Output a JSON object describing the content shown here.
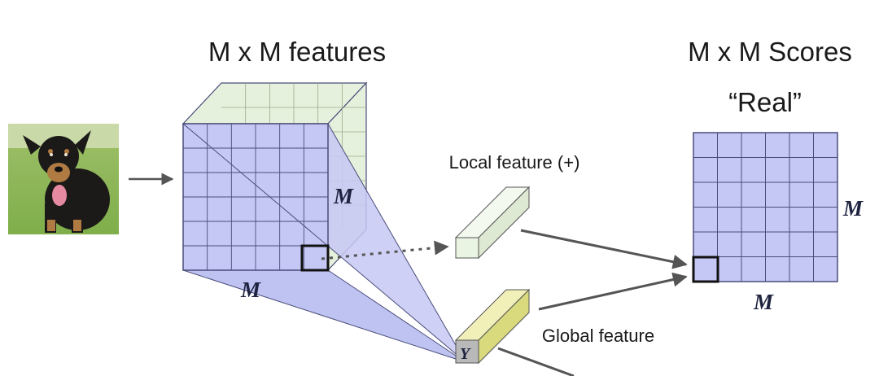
{
  "labels": {
    "features_title": "M x M features",
    "scores_title": "M x M Scores",
    "real_label": "“Real”",
    "local_feature": "Local feature (+)",
    "global_feature": "Global feature",
    "dim_m": "M",
    "y_label": "Y"
  },
  "image": {
    "subject": "dog-photo"
  },
  "grid": {
    "rows": 6,
    "cols": 6
  },
  "colors": {
    "grid_fill": "#c5c8f5",
    "grid_line": "#4a4d7a",
    "feature_top_fill": "#e6f1dd",
    "local_feature_fill": "#eaf4e2",
    "global_feature_fill": "#e8e8a0",
    "arrow": "#555555"
  }
}
